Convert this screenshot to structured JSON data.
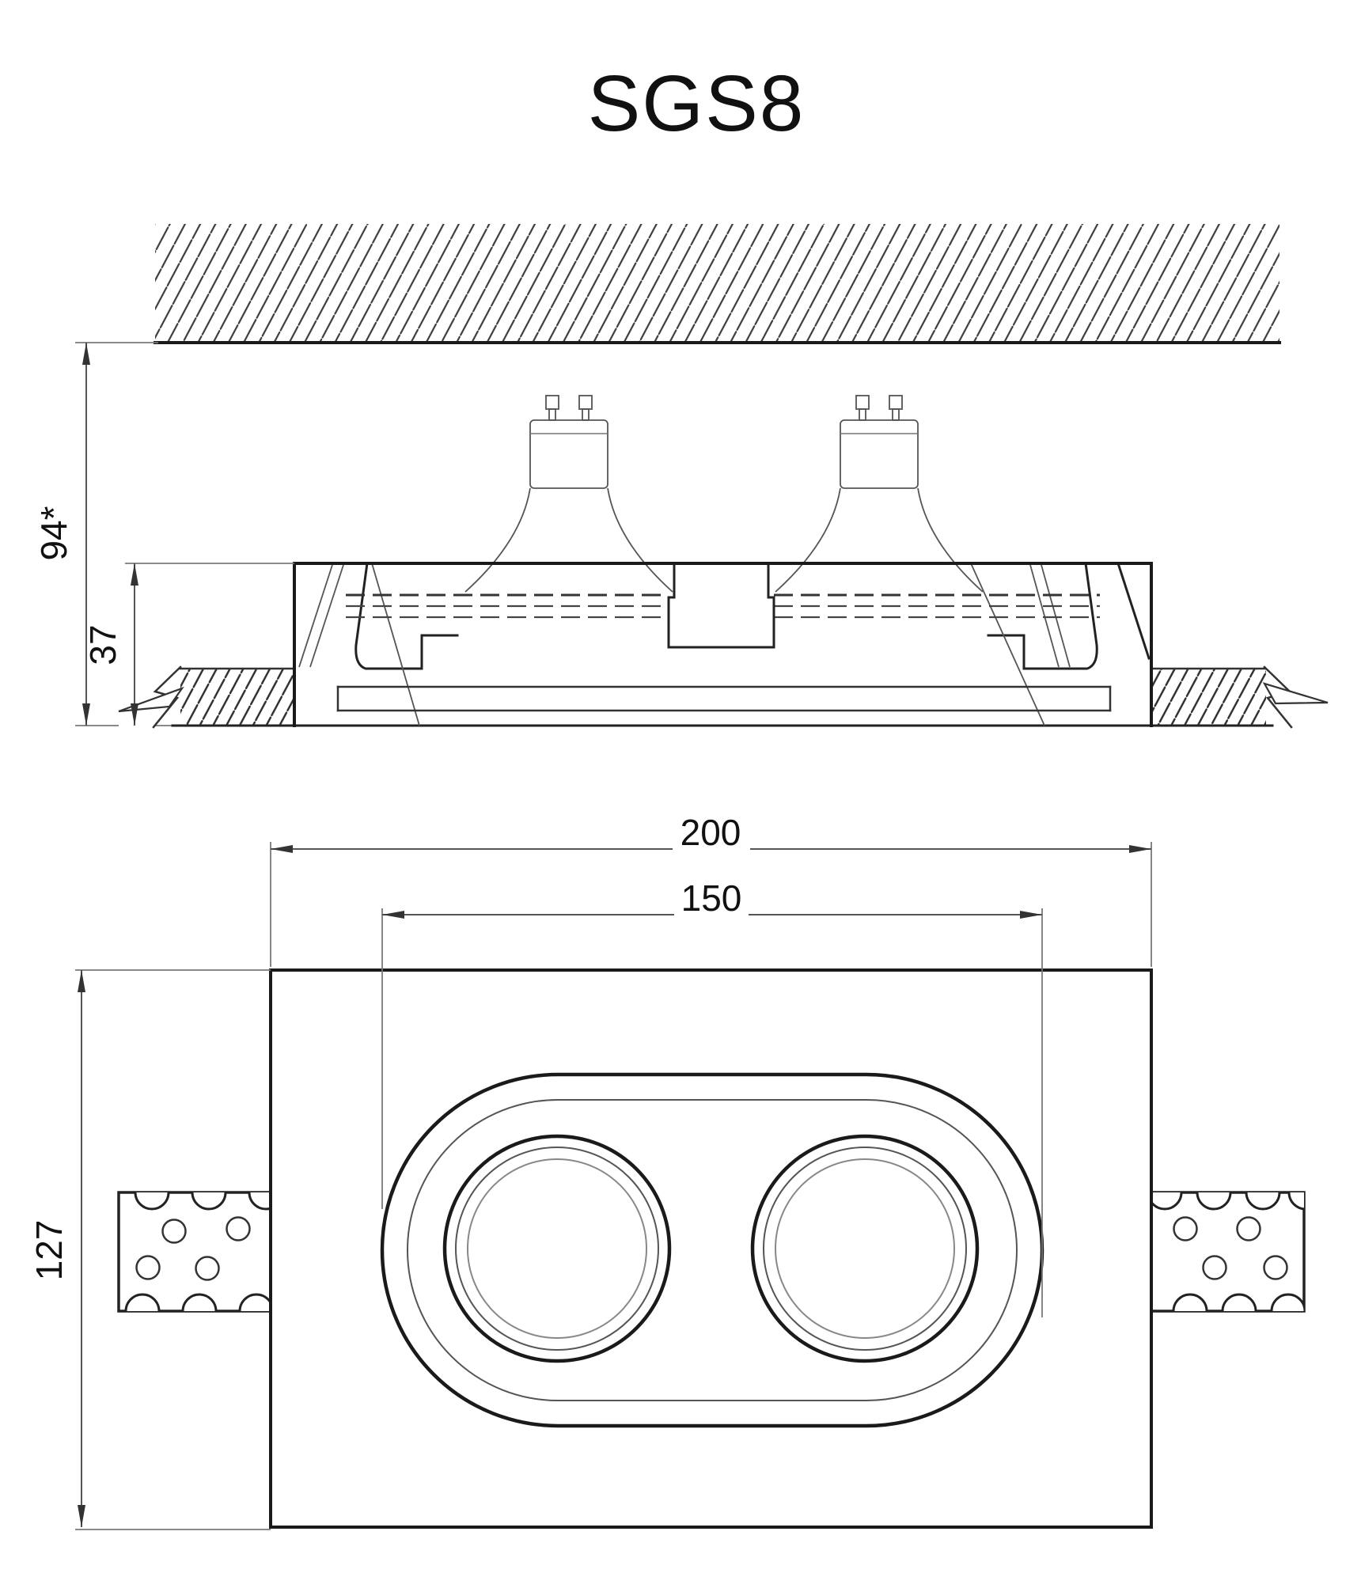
{
  "title": "SGS8",
  "dimensions": {
    "total_height": "94*",
    "recess_depth": "37",
    "body_width": "200",
    "trim_width": "150",
    "body_depth": "127"
  },
  "colors": {
    "line": "#1a1a1a",
    "secondary_line": "#555555",
    "dimension_line": "#666666",
    "hatch": "#333333",
    "background": "#ffffff"
  }
}
